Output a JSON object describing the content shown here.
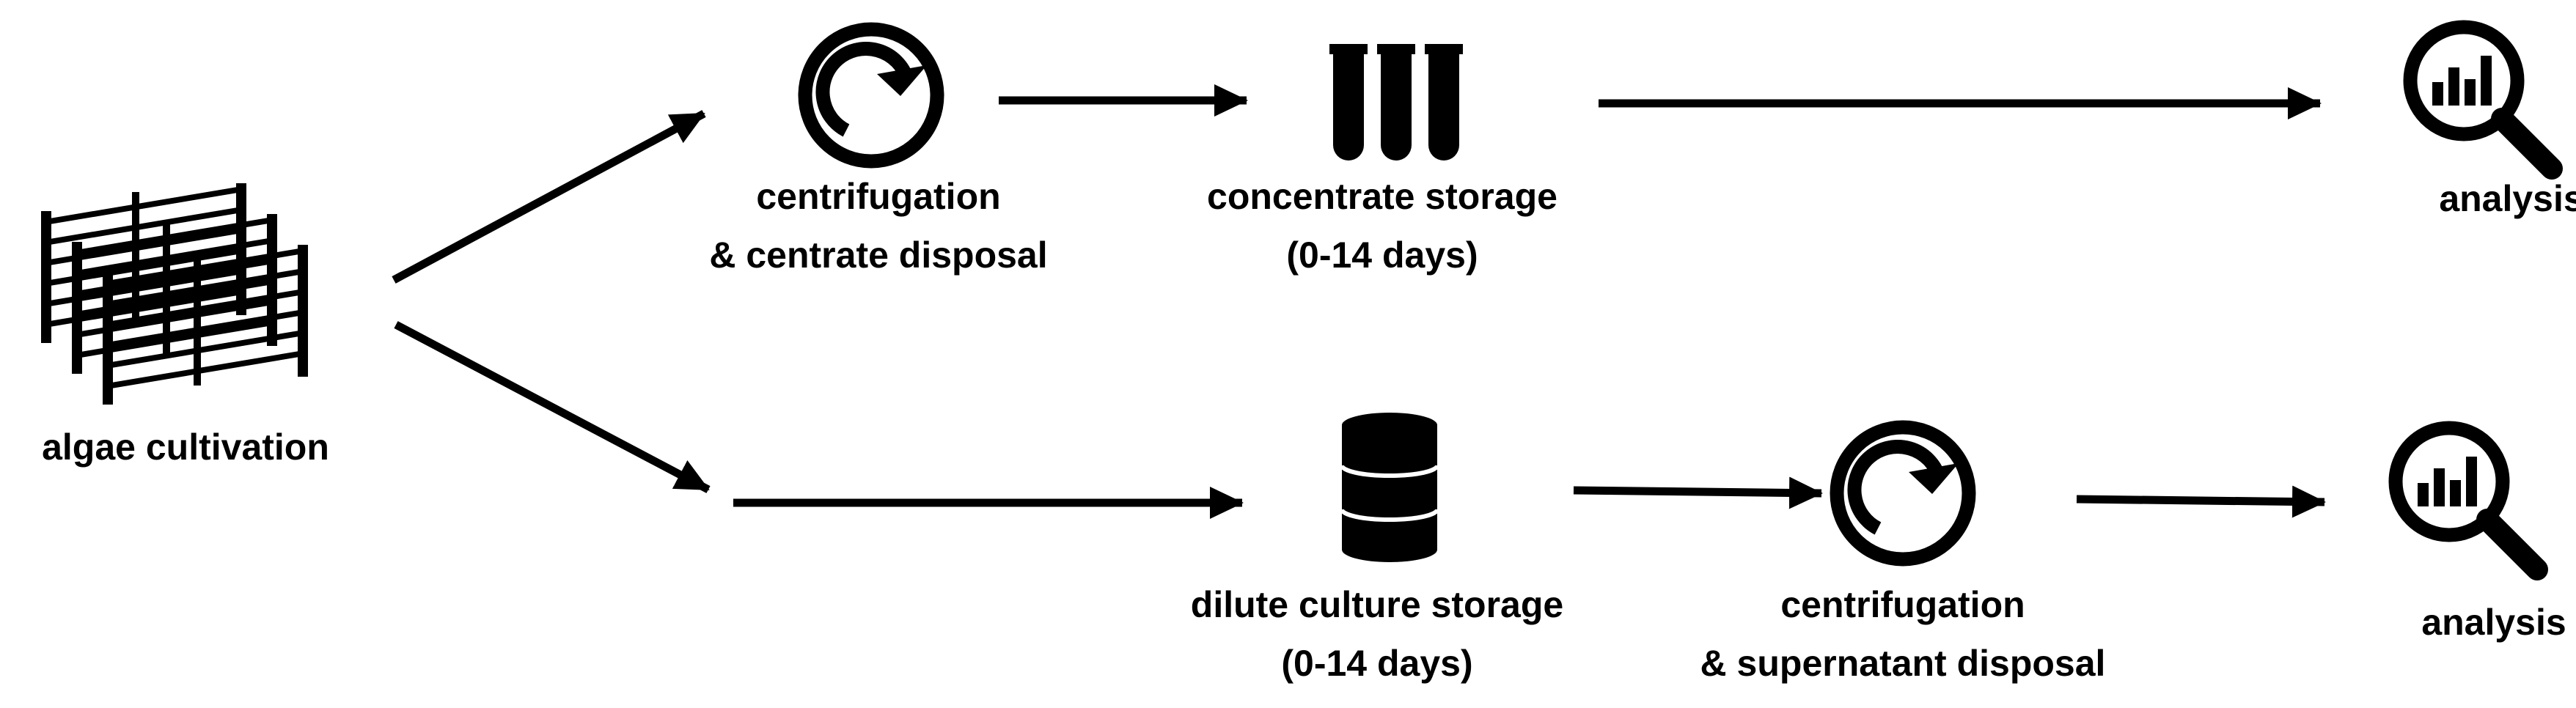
{
  "colors": {
    "ink": "#000000",
    "background": "#ffffff"
  },
  "nodes": {
    "algae": {
      "label": "algae cultivation",
      "icon": "photobioreactor-icon"
    },
    "centrifugation_top": {
      "line1": "centrifugation",
      "line2": "& centrate disposal",
      "icon": "centrifuge-icon"
    },
    "concentrate_storage": {
      "line1": "concentrate storage",
      "line2": "(0-14 days)",
      "icon": "test-tubes-icon"
    },
    "analysis_top": {
      "label": "analysis",
      "icon": "analysis-magnifier-icon"
    },
    "dilute_storage": {
      "line1": "dilute culture storage",
      "line2": "(0-14 days)",
      "icon": "barrel-icon"
    },
    "centrifugation_bottom": {
      "line1": "centrifugation",
      "line2": "& supernatant  disposal",
      "icon": "centrifuge-icon"
    },
    "analysis_bottom": {
      "label": "analysis",
      "icon": "analysis-magnifier-icon"
    }
  }
}
